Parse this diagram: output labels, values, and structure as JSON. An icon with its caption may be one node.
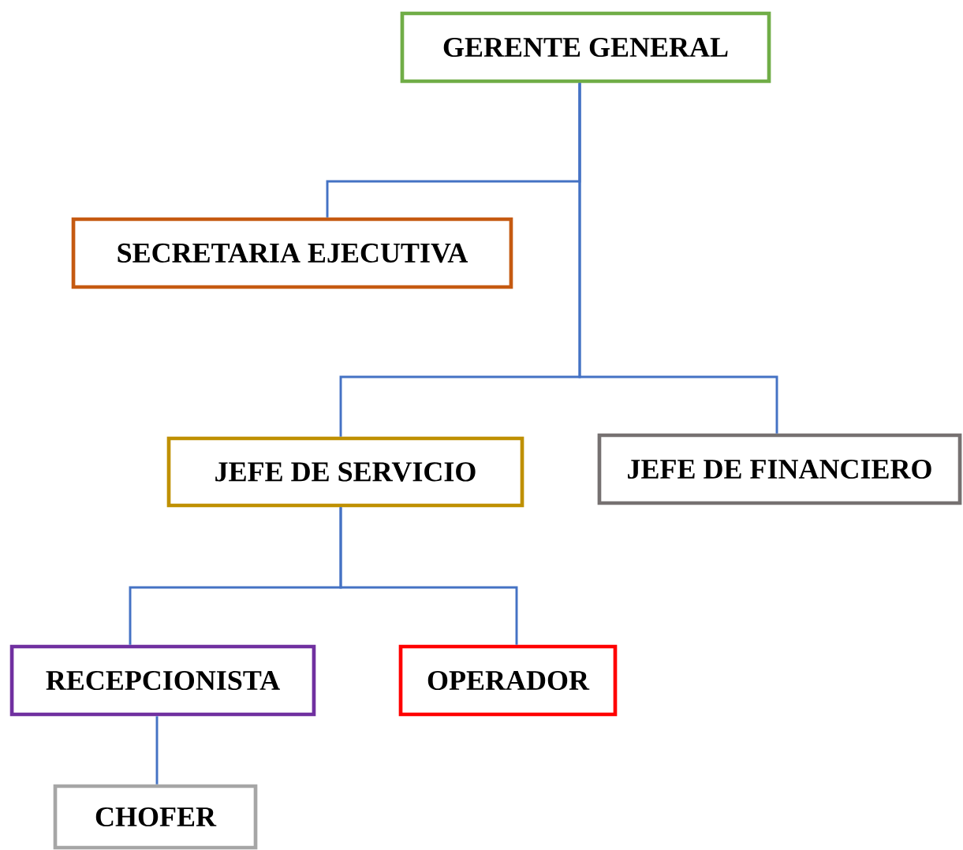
{
  "diagram": {
    "nodes": [
      {
        "text": [
          "GERENTE GENERAL"
        ]
      },
      {
        "text": [
          "SECRETARIA EJECUTIVA"
        ]
      },
      {
        "text": [
          "JEFE DE SERVICIO"
        ]
      },
      {
        "text": [
          "JEFE DE FINANCIERO"
        ]
      },
      {
        "text": [
          "RECEPCIONISTA"
        ]
      },
      {
        "text": [
          "OPERADOR"
        ]
      },
      {
        "text": [
          "CHOFER"
        ]
      }
    ],
    "edges": [
      {
        "from": 0,
        "to": 1,
        "arrow": "none"
      },
      {
        "from": 0,
        "to": 2,
        "arrow": "none"
      },
      {
        "from": 0,
        "to": 3,
        "arrow": "none"
      },
      {
        "from": 2,
        "to": 4,
        "arrow": "none"
      },
      {
        "from": 2,
        "to": 5,
        "arrow": "none"
      },
      {
        "from": 4,
        "to": 6,
        "arrow": "none"
      }
    ]
  }
}
